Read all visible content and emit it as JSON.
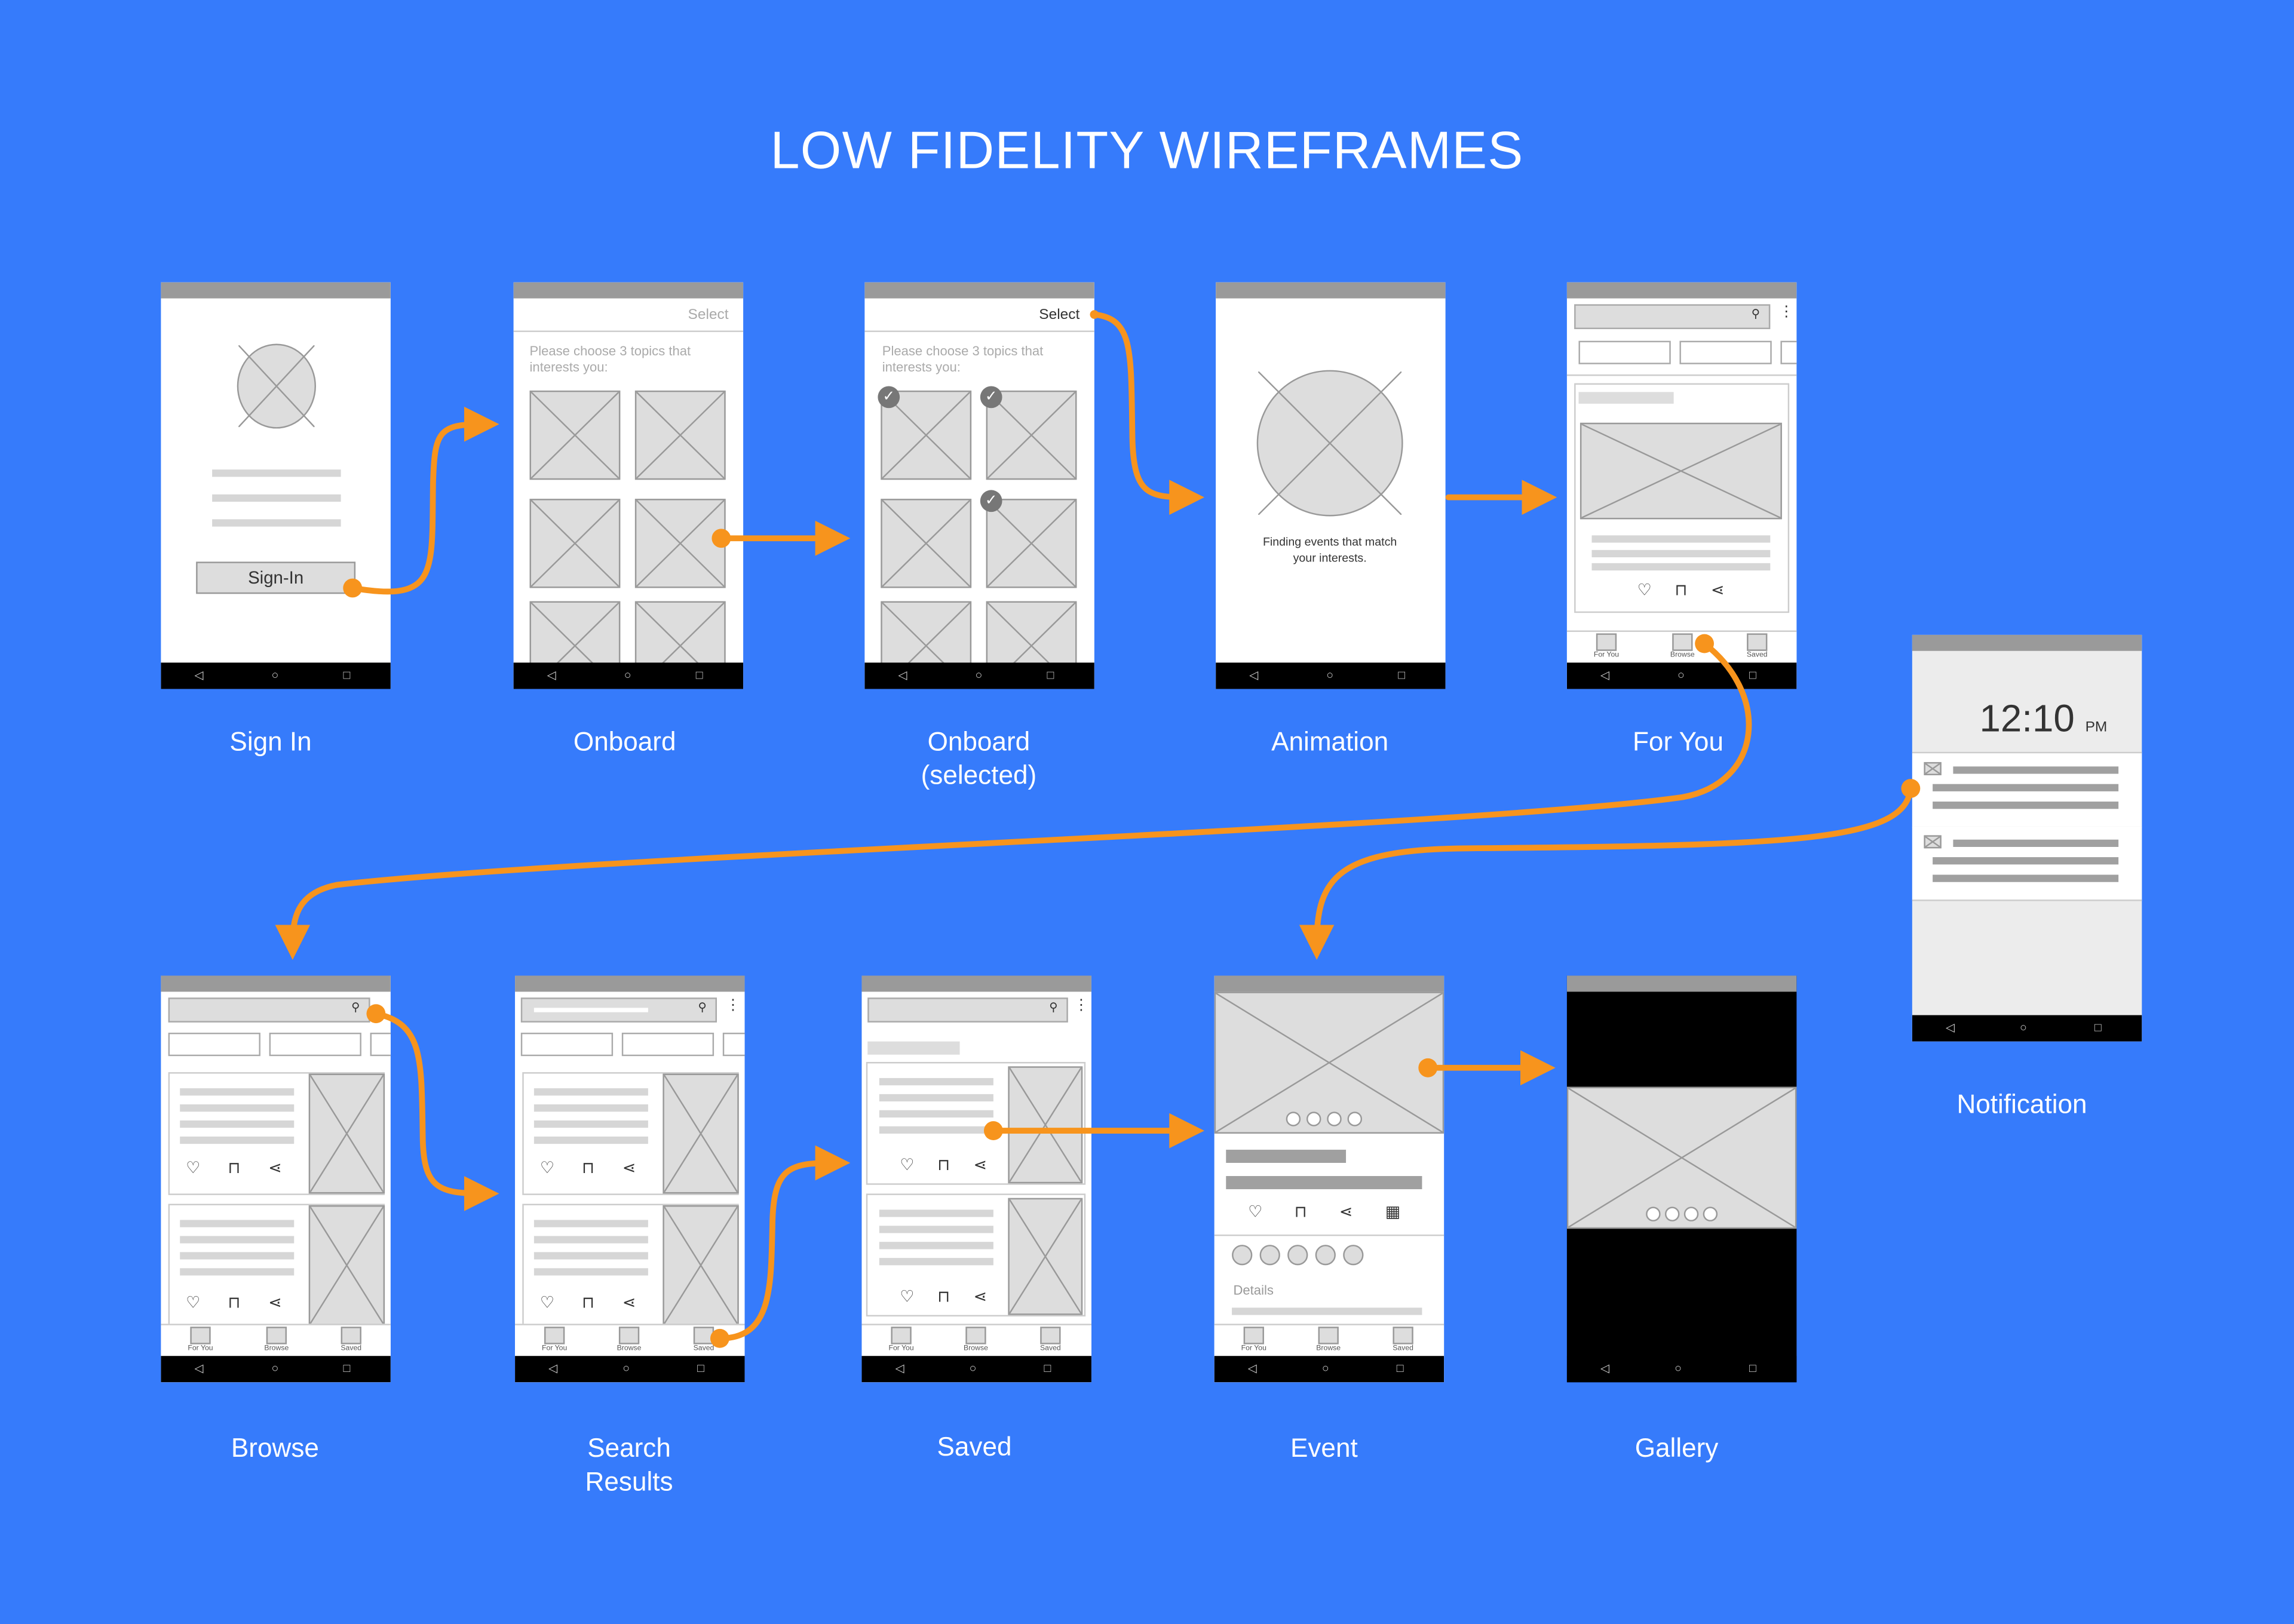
{
  "title": "LOW FIDELITY WIREFRAMES",
  "colors": {
    "background": "#367bfb",
    "arrow": "#f7941d"
  },
  "screens": {
    "sign_in": {
      "caption": "Sign In",
      "button": "Sign-In"
    },
    "onboard": {
      "caption": "Onboard",
      "select": "Select",
      "prompt": "Please choose 3 topics that interests you:"
    },
    "onboard_selected": {
      "caption_l1": "Onboard",
      "caption_l2": "(selected)",
      "select": "Select",
      "prompt": "Please choose 3 topics that interests you:"
    },
    "animation": {
      "caption": "Animation",
      "text": "Finding events that match your interests."
    },
    "for_you": {
      "caption": "For You"
    },
    "notification": {
      "caption": "Notification",
      "time": "12:10",
      "ampm": "PM"
    },
    "browse": {
      "caption": "Browse"
    },
    "search_results": {
      "caption_l1": "Search",
      "caption_l2": "Results"
    },
    "saved": {
      "caption": "Saved"
    },
    "event": {
      "caption": "Event",
      "details": "Details"
    },
    "gallery": {
      "caption": "Gallery"
    }
  },
  "tabs": [
    "For You",
    "Browse",
    "Saved"
  ],
  "nav_icons": [
    "back-icon",
    "home-icon",
    "recents-icon"
  ],
  "card_icons": [
    "heart-icon",
    "bookmark-icon",
    "share-icon"
  ]
}
